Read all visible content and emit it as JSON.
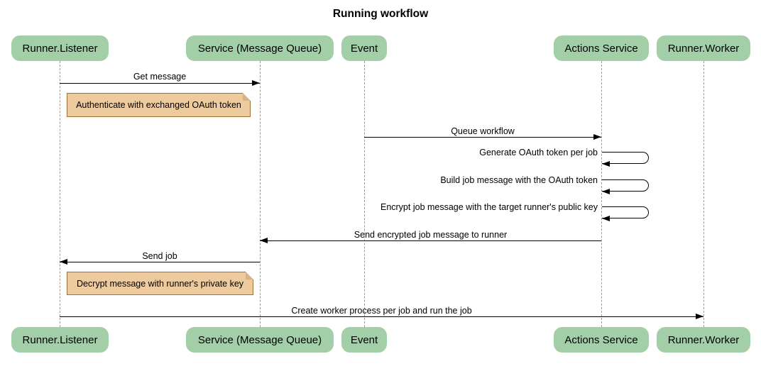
{
  "title": "Running workflow",
  "colors": {
    "actor_fill": "#A3CFA8",
    "note_fill": "#EDCB9F",
    "note_border": "#9A7439",
    "note_fold": "#D8B184",
    "lifeline": "#9B9B9B",
    "arrow": "#000000"
  },
  "actors": [
    {
      "label": "Runner.Listener"
    },
    {
      "label": "Service (Message Queue)"
    },
    {
      "label": "Event"
    },
    {
      "label": "Actions Service"
    },
    {
      "label": "Runner.Worker"
    }
  ],
  "messages": [
    {
      "kind": "arrow",
      "from": "Runner.Listener",
      "to": "Service (Message Queue)",
      "label": "Get message"
    },
    {
      "kind": "note",
      "over": "Runner.Listener",
      "label": "Authenticate with exchanged OAuth token"
    },
    {
      "kind": "arrow",
      "from": "Event",
      "to": "Actions Service",
      "label": "Queue workflow"
    },
    {
      "kind": "self",
      "actor": "Actions Service",
      "label": "Generate OAuth token per job"
    },
    {
      "kind": "self",
      "actor": "Actions Service",
      "label": "Build job message with the OAuth token"
    },
    {
      "kind": "self",
      "actor": "Actions Service",
      "label": "Encrypt job message with the target runner's public key"
    },
    {
      "kind": "arrow",
      "from": "Actions Service",
      "to": "Service (Message Queue)",
      "label": "Send encrypted job message to runner"
    },
    {
      "kind": "arrow",
      "from": "Service (Message Queue)",
      "to": "Runner.Listener",
      "label": "Send job"
    },
    {
      "kind": "note",
      "over": "Runner.Listener",
      "label": "Decrypt message with runner's private key"
    },
    {
      "kind": "arrow",
      "from": "Runner.Listener",
      "to": "Runner.Worker",
      "label": "Create worker process per job and run the job"
    }
  ]
}
